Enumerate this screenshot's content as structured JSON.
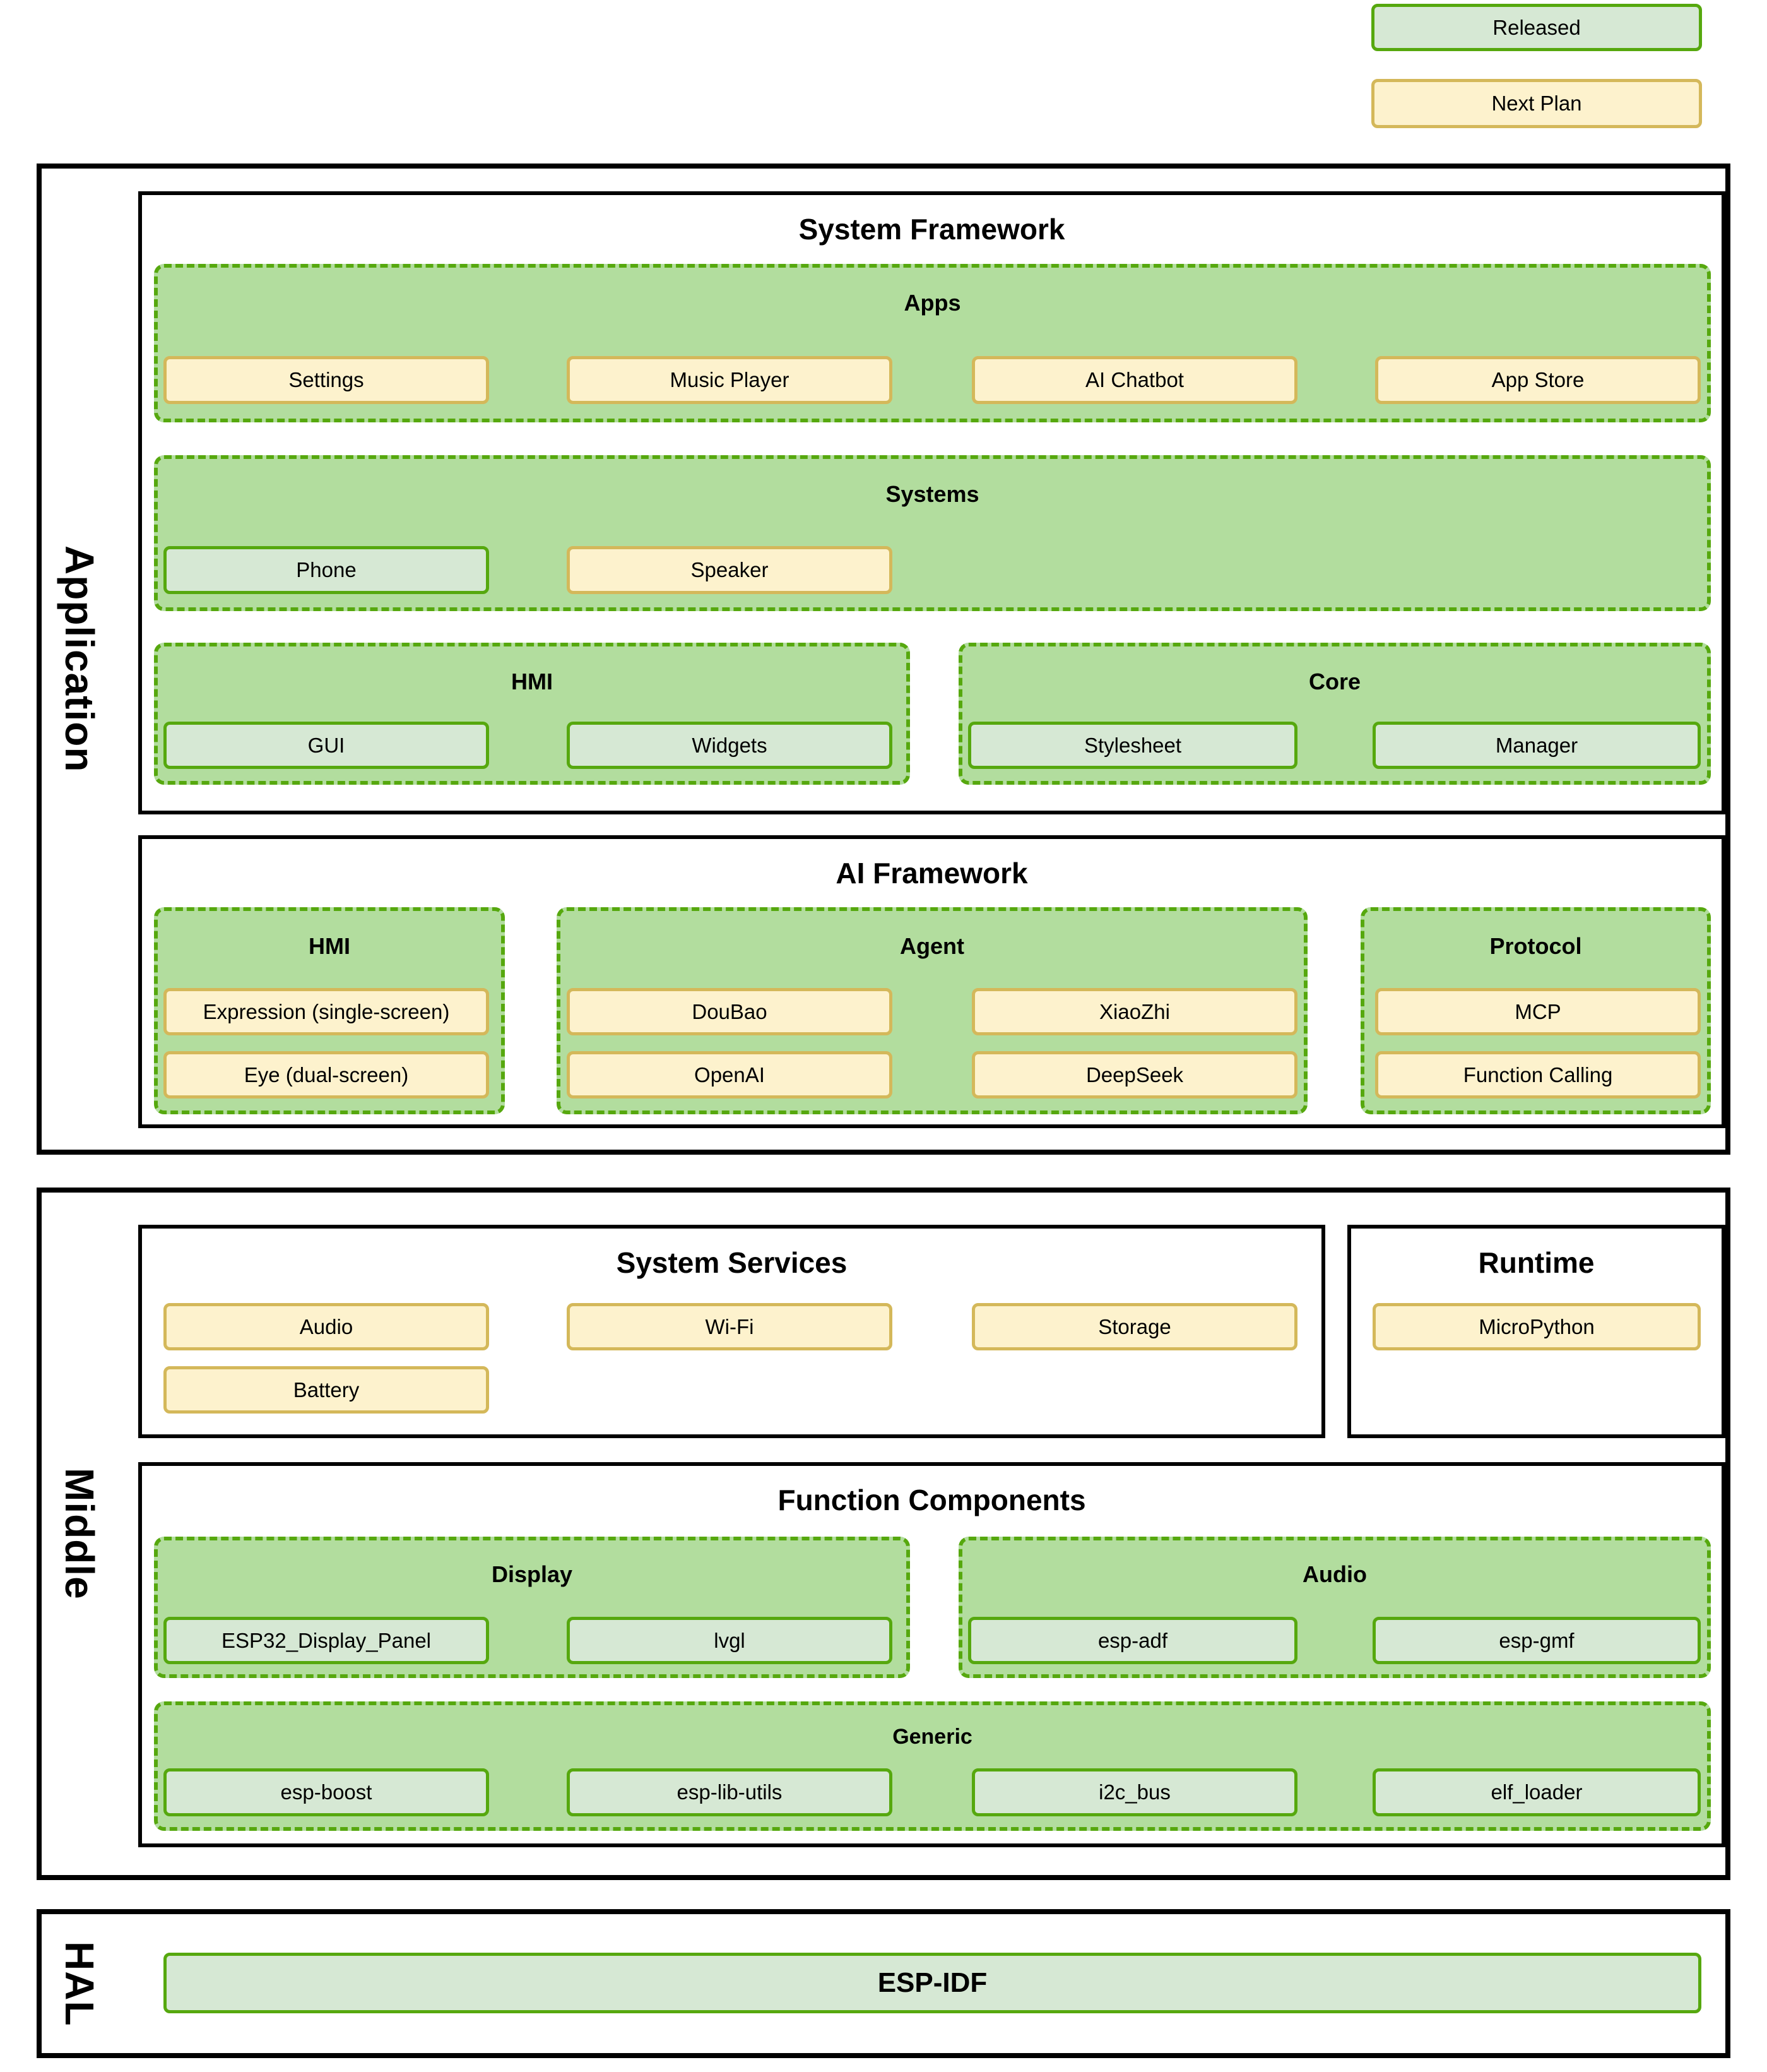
{
  "legend": {
    "released": {
      "label": "Released",
      "status": "released"
    },
    "next_plan": {
      "label": "Next Plan",
      "status": "planned"
    }
  },
  "colors": {
    "released_fill": "#d6e8d4",
    "released_border": "#56a80e",
    "planned_fill": "#fdf2cd",
    "planned_border": "#d4b85a",
    "group_fill": "#b2dd9e",
    "group_border": "#56a80e",
    "frame_border": "#000000"
  },
  "layers": {
    "application": {
      "label": "Application",
      "system_framework": {
        "title": "System Framework",
        "apps": {
          "title": "Apps",
          "items": [
            {
              "label": "Settings",
              "status": "planned"
            },
            {
              "label": "Music Player",
              "status": "planned"
            },
            {
              "label": "AI Chatbot",
              "status": "planned"
            },
            {
              "label": "App Store",
              "status": "planned"
            }
          ]
        },
        "systems": {
          "title": "Systems",
          "items": [
            {
              "label": "Phone",
              "status": "released"
            },
            {
              "label": "Speaker",
              "status": "planned"
            }
          ]
        },
        "hmi": {
          "title": "HMI",
          "items": [
            {
              "label": "GUI",
              "status": "released"
            },
            {
              "label": "Widgets",
              "status": "released"
            }
          ]
        },
        "core": {
          "title": "Core",
          "items": [
            {
              "label": "Stylesheet",
              "status": "released"
            },
            {
              "label": "Manager",
              "status": "released"
            }
          ]
        }
      },
      "ai_framework": {
        "title": "AI Framework",
        "hmi": {
          "title": "HMI",
          "items": [
            {
              "label": "Expression (single-screen)",
              "status": "planned"
            },
            {
              "label": "Eye (dual-screen)",
              "status": "planned"
            }
          ]
        },
        "agent": {
          "title": "Agent",
          "items": [
            {
              "label": "DouBao",
              "status": "planned"
            },
            {
              "label": "XiaoZhi",
              "status": "planned"
            },
            {
              "label": "OpenAI",
              "status": "planned"
            },
            {
              "label": "DeepSeek",
              "status": "planned"
            }
          ]
        },
        "protocol": {
          "title": "Protocol",
          "items": [
            {
              "label": "MCP",
              "status": "planned"
            },
            {
              "label": "Function Calling",
              "status": "planned"
            }
          ]
        }
      }
    },
    "middle": {
      "label": "Middle",
      "system_services": {
        "title": "System Services",
        "items": [
          {
            "label": "Audio",
            "status": "planned"
          },
          {
            "label": "Wi-Fi",
            "status": "planned"
          },
          {
            "label": "Storage",
            "status": "planned"
          },
          {
            "label": "Battery",
            "status": "planned"
          }
        ]
      },
      "runtime": {
        "title": "Runtime",
        "items": [
          {
            "label": "MicroPython",
            "status": "planned"
          }
        ]
      },
      "function_components": {
        "title": "Function Components",
        "display": {
          "title": "Display",
          "items": [
            {
              "label": "ESP32_Display_Panel",
              "status": "released"
            },
            {
              "label": "lvgl",
              "status": "released"
            }
          ]
        },
        "audio": {
          "title": "Audio",
          "items": [
            {
              "label": "esp-adf",
              "status": "released"
            },
            {
              "label": "esp-gmf",
              "status": "released"
            }
          ]
        },
        "generic": {
          "title": "Generic",
          "items": [
            {
              "label": "esp-boost",
              "status": "released"
            },
            {
              "label": "esp-lib-utils",
              "status": "released"
            },
            {
              "label": "i2c_bus",
              "status": "released"
            },
            {
              "label": "elf_loader",
              "status": "released"
            }
          ]
        }
      }
    },
    "hal": {
      "label": "HAL",
      "items": [
        {
          "label": "ESP-IDF",
          "status": "released"
        }
      ]
    }
  }
}
